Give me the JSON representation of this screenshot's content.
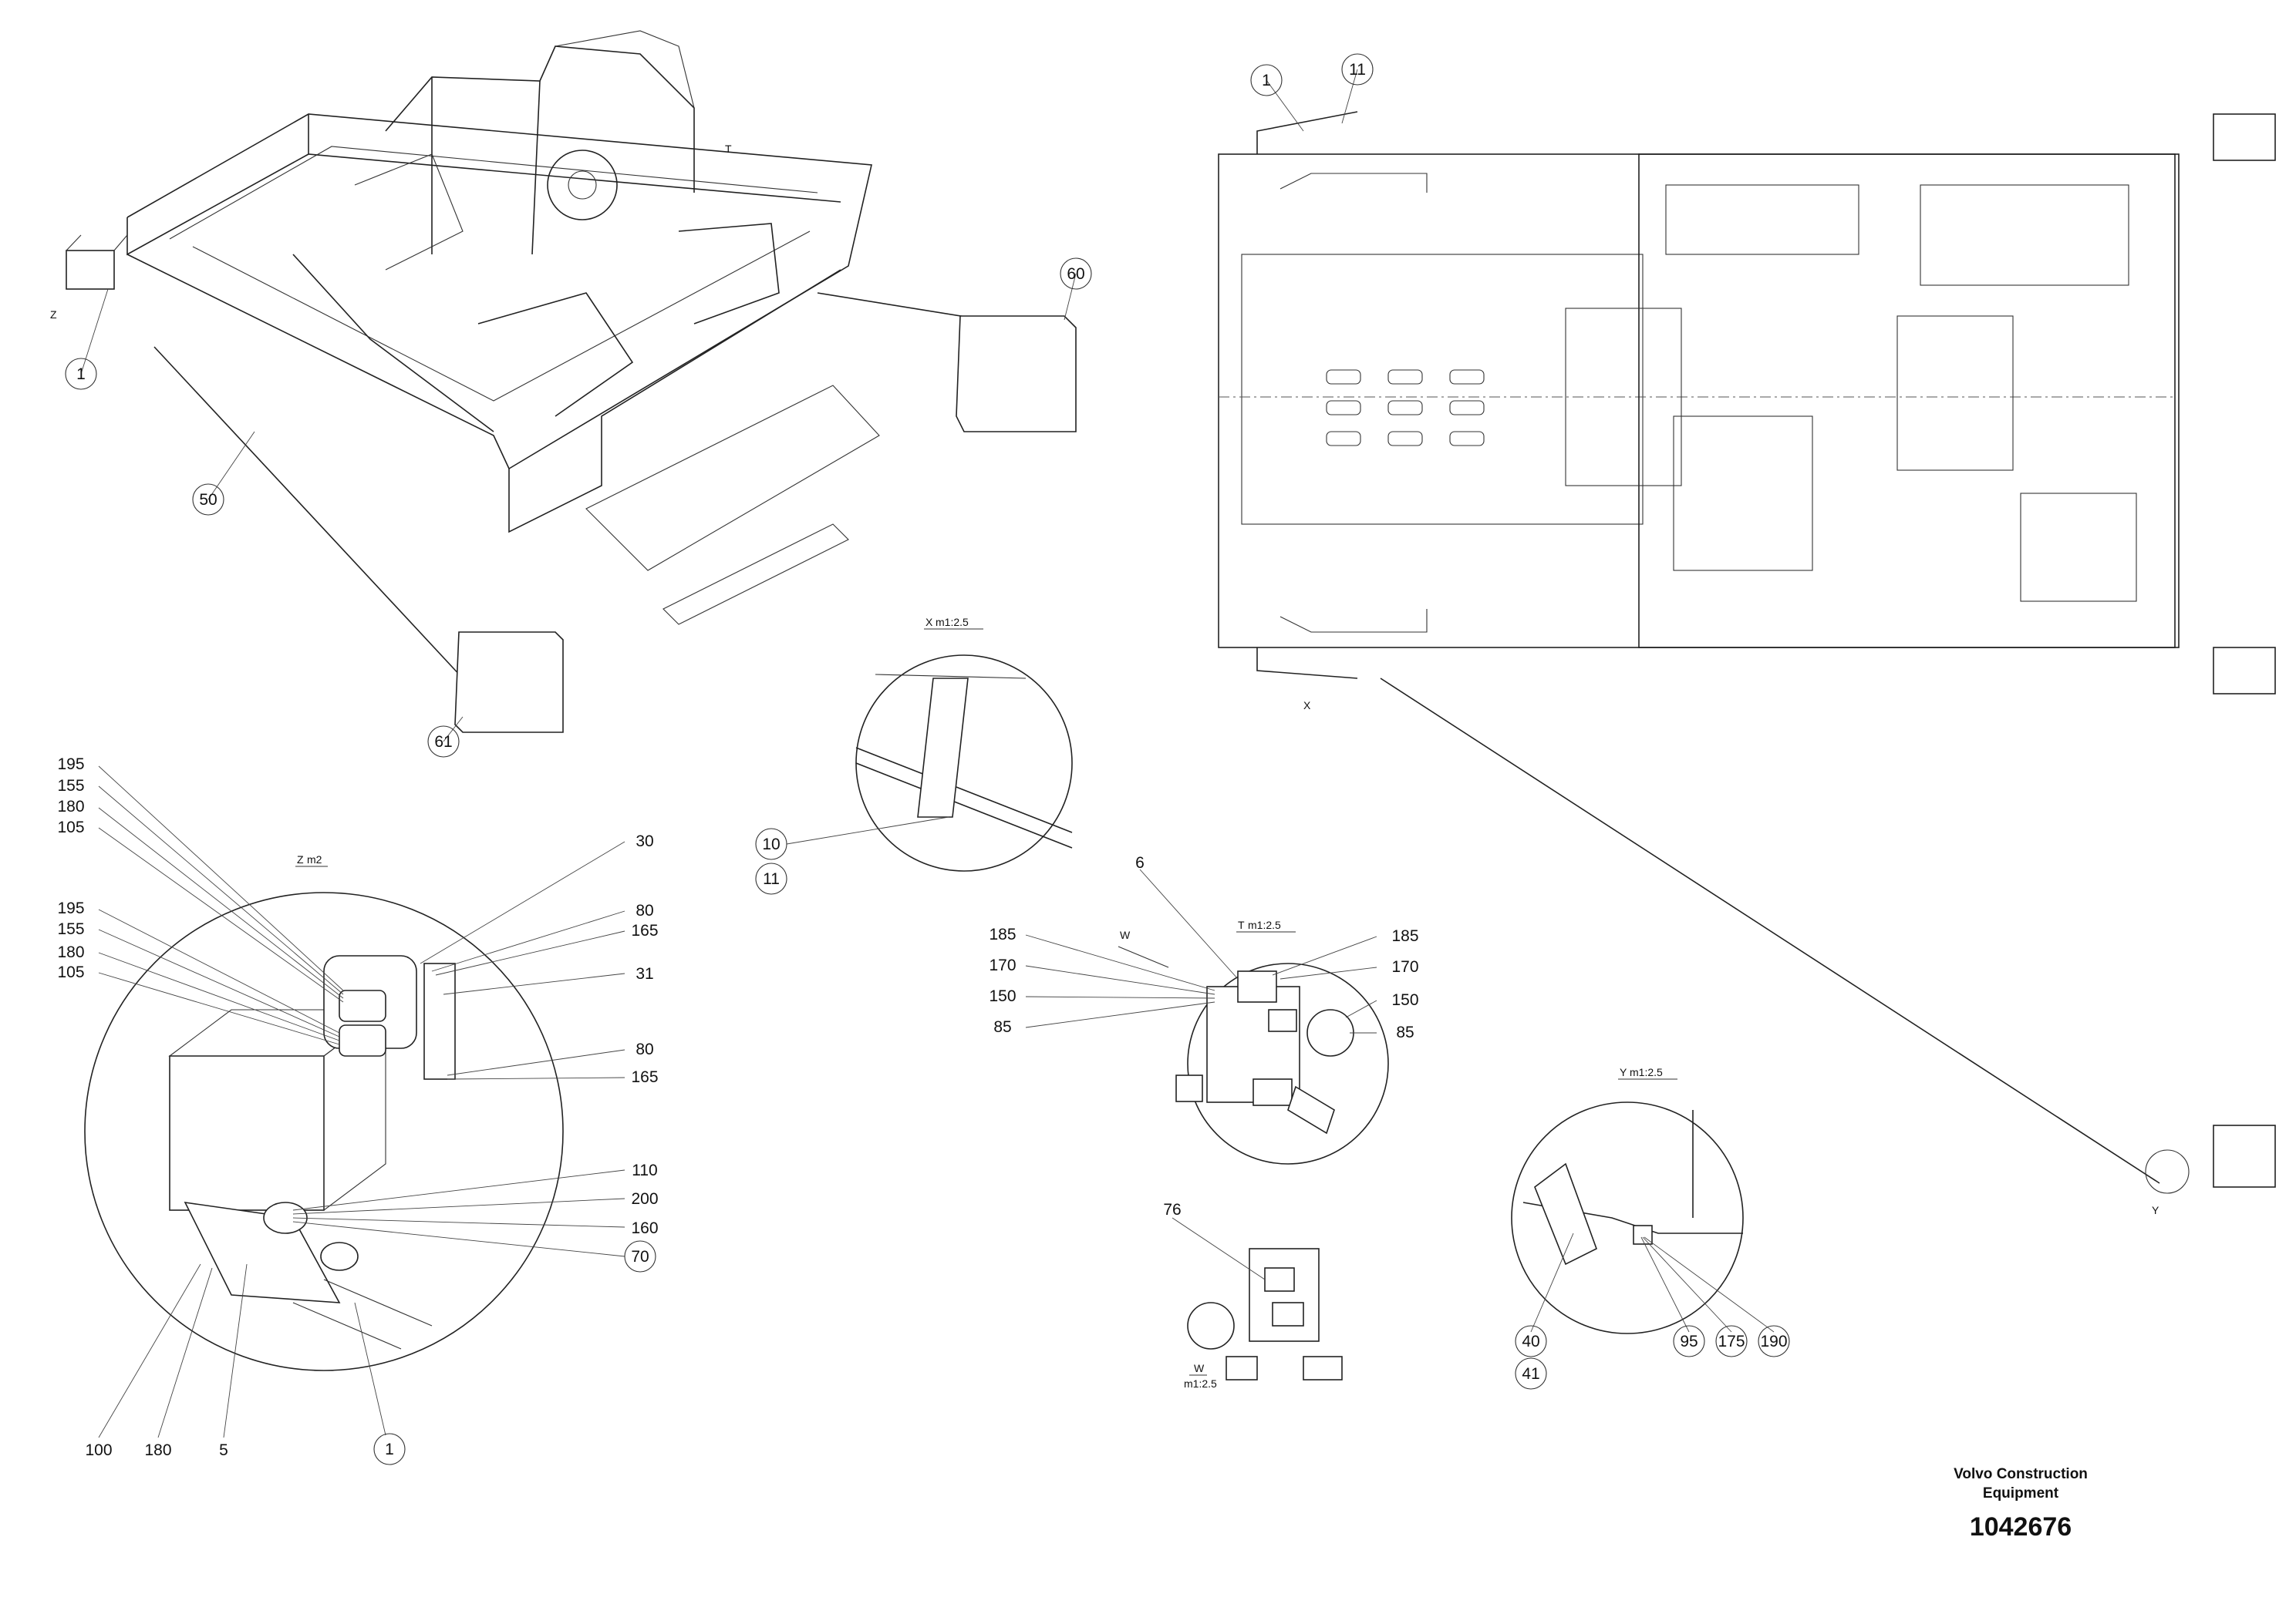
{
  "callouts": {
    "c1_top": "1",
    "c11_top": "11",
    "c60": "60",
    "c1_iso": "1",
    "c50": "50",
    "c61": "61",
    "c10": "10",
    "c11_x": "11",
    "zl195a": "195",
    "zl155a": "155",
    "zl180a": "180",
    "zl105a": "105",
    "zl195b": "195",
    "zl155b": "155",
    "zl180b": "180",
    "zl105b": "105",
    "zr30": "30",
    "zr80a": "80",
    "zr165a": "165",
    "zr31": "31",
    "zr80b": "80",
    "zr165b": "165",
    "zr110": "110",
    "zr200": "200",
    "zr160": "160",
    "zr70": "70",
    "zb100": "100",
    "zb180": "180",
    "zb5": "5",
    "zb1": "1",
    "tl185": "185",
    "tl170": "170",
    "tl150": "150",
    "tl85": "85",
    "tr185": "185",
    "tr170": "170",
    "tr150": "150",
    "tr85": "85",
    "t6": "6",
    "w76": "76",
    "y40": "40",
    "y41": "41",
    "y95": "95",
    "y175": "175",
    "y190": "190"
  },
  "views": {
    "z_title": "Z",
    "z_scale": "m2",
    "x_title": "X",
    "x_scale": "m1:2.5",
    "t_title": "T",
    "t_scale": "m1:2.5",
    "y_title": "Y",
    "y_scale": "m1:2.5",
    "w_title": "W",
    "w_scale": "m1:2.5",
    "iso_z": "Z",
    "iso_t": "T",
    "top_x": "X",
    "top_y": "Y",
    "arrow_w": "W"
  },
  "title_block": {
    "company_line1": "Volvo Construction",
    "company_line2": "Equipment",
    "drawing_number": "1042676"
  }
}
